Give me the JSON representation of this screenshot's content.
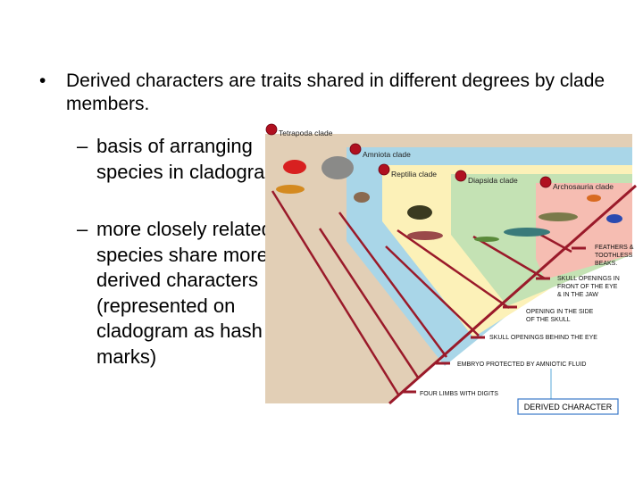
{
  "slide": {
    "bullet": "Derived characters are traits shared in different degrees by clade members.",
    "sub_bullets": [
      "basis of arranging species in cladogram",
      "more closely related species share more derived characters (represented on cladogram as hash marks)"
    ]
  },
  "cladogram": {
    "clades": [
      {
        "label": "Tetrapoda clade",
        "color": "#e2cfb6"
      },
      {
        "label": "Amniota clade",
        "color": "#a9d6e8"
      },
      {
        "label": "Reptilia clade",
        "color": "#fcf1b8"
      },
      {
        "label": "Diapsida clade",
        "color": "#c4e2b4"
      },
      {
        "label": "Archosauria clade",
        "color": "#f6bdb2"
      }
    ],
    "characters": [
      "FOUR LIMBS WITH DIGITS",
      "EMBRYO PROTECTED BY AMNIOTIC FLUID",
      "SKULL OPENINGS BEHIND THE EYE",
      "OPENING IN THE SIDE OF THE SKULL",
      "SKULL OPENINGS IN FRONT OF THE EYE & IN THE JAW",
      "FEATHERS & TOOTHLESS BEAKS."
    ],
    "derived_character_label": "DERIVED CHARACTER",
    "node_color": "#b01020",
    "line_color": "#9a1a2a"
  }
}
